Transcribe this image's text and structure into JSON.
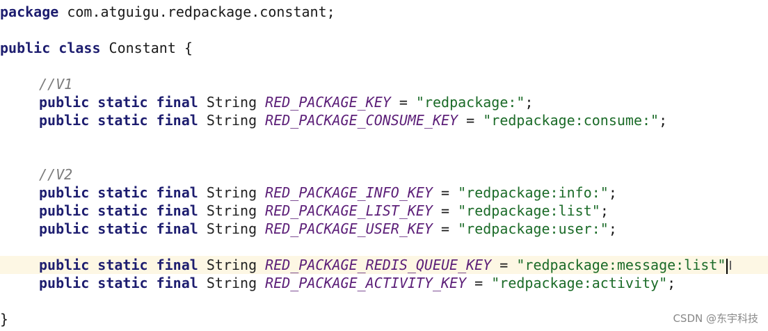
{
  "code": {
    "package_kw": "package",
    "package_name": " com.atguigu.redpackage.constant;",
    "class_kw1": "public",
    "class_kw2": "class",
    "class_name": " Constant {",
    "comment_v1": "//V1",
    "comment_v2": "//V2",
    "kw_public": "public",
    "kw_static": "static",
    "kw_final": "final",
    "type_string": "String",
    "lines": [
      {
        "field": "RED_PACKAGE_KEY",
        "value": "\"redpackage:\"",
        "end": ";"
      },
      {
        "field": "RED_PACKAGE_CONSUME_KEY",
        "value": "\"redpackage:consume:\"",
        "end": ";"
      },
      {
        "field": "RED_PACKAGE_INFO_KEY",
        "value": "\"redpackage:info:\"",
        "end": ";"
      },
      {
        "field": "RED_PACKAGE_LIST_KEY",
        "value": "\"redpackage:list\"",
        "end": ";"
      },
      {
        "field": "RED_PACKAGE_USER_KEY",
        "value": "\"redpackage:user:\"",
        "end": ";"
      },
      {
        "field": "RED_PACKAGE_REDIS_QUEUE_KEY",
        "value": "\"redpackage:message:list\"",
        "end": ""
      },
      {
        "field": "RED_PACKAGE_ACTIVITY_KEY",
        "value": "\"redpackage:activity\"",
        "end": ";"
      }
    ],
    "closing_brace": "}",
    "equals": " = "
  },
  "watermark": "CSDN @东宇科技"
}
